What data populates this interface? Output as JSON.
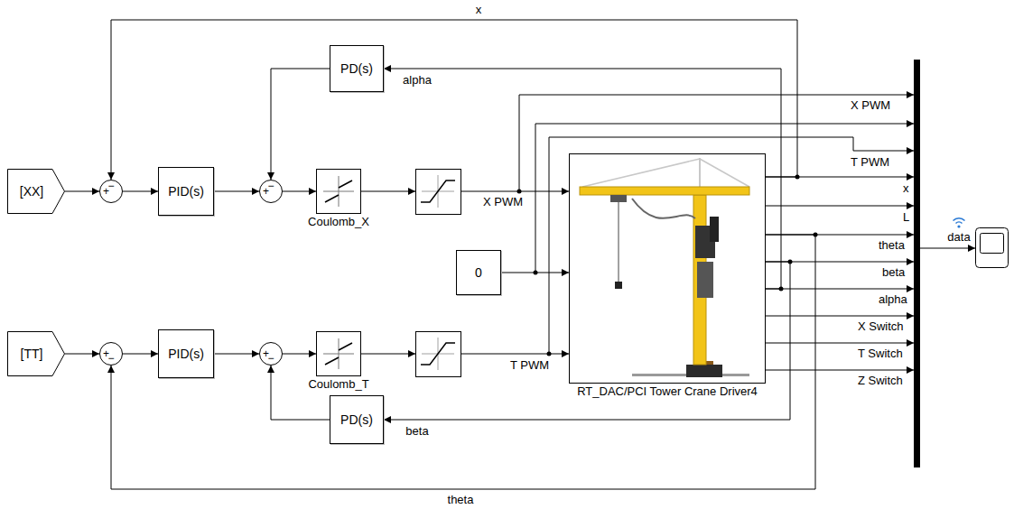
{
  "diagram": {
    "nodes": [
      {
        "text": [
          "[XX]"
        ]
      },
      {
        "text": [
          "+",
          "−"
        ]
      },
      {
        "text": [
          "PID(s)"
        ]
      },
      {
        "text": [
          "+",
          "−"
        ]
      },
      {
        "text": [
          "Coulomb_X"
        ]
      },
      {
        "text": [
          "PD(s)"
        ]
      },
      {
        "text": [
          "RT_DAC/PCI Tower Crane Driver4"
        ]
      },
      {
        "text": [
          "0"
        ]
      },
      {
        "text": [
          "[TT]"
        ]
      },
      {
        "text": [
          "+",
          "−"
        ]
      },
      {
        "text": [
          "PID(s)"
        ]
      },
      {
        "text": [
          "+",
          "−"
        ]
      },
      {
        "text": [
          "Coulomb_T"
        ]
      },
      {
        "text": [
          "PD(s)"
        ]
      }
    ],
    "edges": [
      {
        "from": 0,
        "to": 1,
        "arrow": "to"
      },
      {
        "from": 1,
        "to": 2,
        "arrow": "to"
      },
      {
        "from": 2,
        "to": 3,
        "arrow": "to"
      },
      {
        "from": 3,
        "to": 4,
        "arrow": "to"
      },
      {
        "from": 5,
        "to": 3,
        "arrow": "to"
      },
      {
        "from": 6,
        "to": 1,
        "label": "x",
        "arrow": "to"
      },
      {
        "from": 6,
        "to": 5,
        "label": "alpha",
        "arrow": "to"
      },
      {
        "from": 7,
        "to": 6,
        "arrow": "to"
      },
      {
        "from": 8,
        "to": 9,
        "arrow": "to"
      },
      {
        "from": 9,
        "to": 10,
        "arrow": "to"
      },
      {
        "from": 10,
        "to": 11,
        "arrow": "to"
      },
      {
        "from": 11,
        "to": 12,
        "arrow": "to"
      },
      {
        "from": 13,
        "to": 11,
        "arrow": "to"
      },
      {
        "from": 6,
        "to": 9,
        "label": "theta",
        "arrow": "to"
      },
      {
        "from": 6,
        "to": 13,
        "label": "beta",
        "arrow": "to"
      }
    ],
    "labels": [
      "X PWM",
      "T PWM",
      "X PWM",
      "T PWM",
      "x",
      "L",
      "theta",
      "beta",
      "alpha",
      "X Switch",
      "T Switch",
      "Z Switch",
      "data"
    ]
  }
}
